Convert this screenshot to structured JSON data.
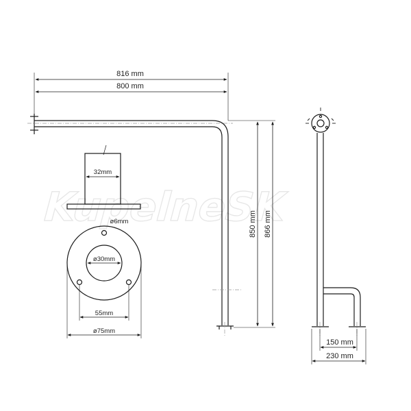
{
  "watermark": "KupelneSK",
  "colors": {
    "line": "#1a1a1a",
    "watermark": "#e6e6e6",
    "background": "#ffffff"
  },
  "front_view": {
    "dim_total": "816 mm",
    "dim_arm": "800 mm",
    "dim_height_inner": "850 mm",
    "dim_height_total": "866 mm"
  },
  "tube_detail": {
    "diameter": "32mm"
  },
  "flange_detail": {
    "hole": "ø6mm",
    "inner": "ø30mm",
    "hole_spacing": "55mm",
    "outer": "ø75mm"
  },
  "side_view": {
    "dim_inner": "150 mm",
    "dim_total": "230 mm"
  }
}
